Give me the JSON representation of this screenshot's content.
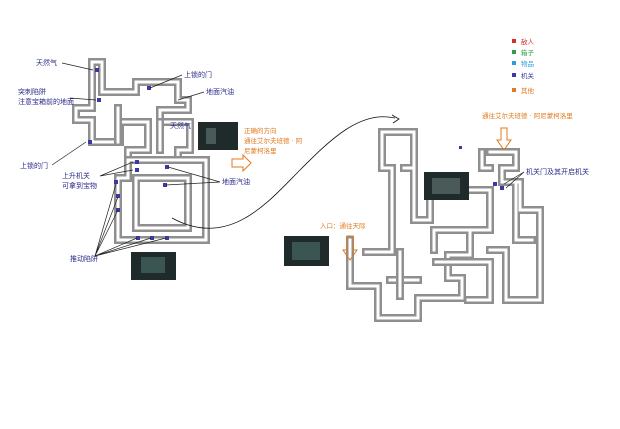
{
  "legend": {
    "enemy": {
      "label": "敌人",
      "color": "#d0312d"
    },
    "box": {
      "label": "箱子",
      "color": "#2e9c4a"
    },
    "item": {
      "label": "物品",
      "color": "#2a9fd6"
    },
    "switch": {
      "label": "机关",
      "color": "#3a3aa0"
    },
    "other": {
      "label": "其他",
      "color": "#e07a20"
    }
  },
  "left_map": {
    "labels": {
      "gas": "天然气",
      "trap": "突刺陷阱",
      "trap_note": "注意宝箱前的地面",
      "locked_door_top": "上锁的门",
      "floor_vent_top": "地面汽油",
      "gas2": "天然气",
      "locked_door_left": "上锁的门",
      "lift_switch": "上升机关",
      "lift_note": "可拿到宝物",
      "floor_vent_mid": "地面汽油",
      "push_trap": "推动陷阱"
    },
    "direction_note": [
      "正确的方向",
      "通往艾尔夫班德 · 阿",
      "尼蒙柯洛里"
    ]
  },
  "right_map": {
    "top_note": "通往艾尔夫班德 · 阿尼蒙柯洛里",
    "entrance": "入口：通往天际",
    "door_switch": "机关门及其开启机关"
  }
}
